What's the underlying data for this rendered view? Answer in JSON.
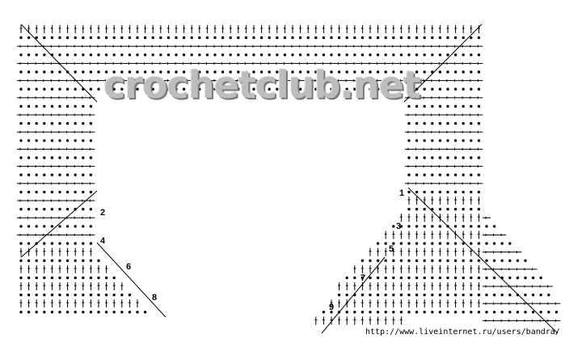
{
  "watermark": "crochetclub.net",
  "row_labels_left": [
    "2",
    "4",
    "6",
    "8"
  ],
  "row_labels_right": [
    "1",
    "3",
    "5",
    "7",
    "9"
  ],
  "credit_url": "http://www.liveinternet.ru/users/bandra/",
  "colors": {
    "symbol": "#000000",
    "watermark": "#bdbdbd",
    "background": "#ffffff"
  },
  "symbol_types": [
    "tall-stitch-vertical",
    "tall-stitch-horizontal",
    "dot-chain",
    "diagonal-stitch"
  ]
}
